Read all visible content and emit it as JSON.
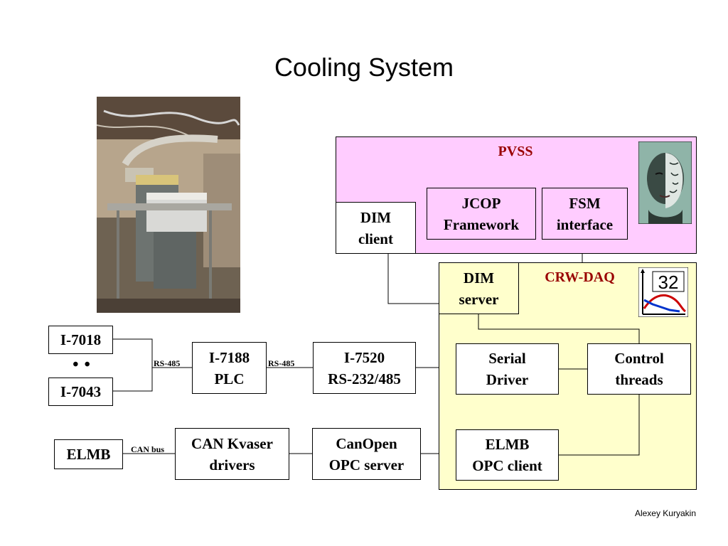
{
  "slide": {
    "title": "Cooling System",
    "author": "Alexey Kuryakin"
  },
  "panels": {
    "pvss": "PVSS",
    "crw_daq": "CRW-DAQ"
  },
  "boxes": {
    "dim_client": "DIM\nclient",
    "jcop": "JCOP\nFramework",
    "fsm": "FSM\ninterface",
    "dim_server": "DIM\nserver",
    "serial_driver": "Serial\nDriver",
    "control_threads": "Control\nthreads",
    "elmb_opc_client": "ELMB\nOPC client",
    "i7018": "I-7018",
    "i7043": "I-7043",
    "i7188": "I-7188\nPLC",
    "i7520": "I-7520\nRS-232/485",
    "elmb": "ELMB",
    "can_kvaser": "CAN Kvaser\ndrivers",
    "canopen": "CanOpen\nOPC server"
  },
  "wire_labels": {
    "rs485_a": "RS-485",
    "rs485_b": "RS-485",
    "can_bus": "CAN bus"
  },
  "ellipsis": "• • •",
  "icons": {
    "photo": "cooling-equipment-photo",
    "face": "face-icon",
    "meter": "trend-display-icon",
    "meter_value": "32"
  }
}
